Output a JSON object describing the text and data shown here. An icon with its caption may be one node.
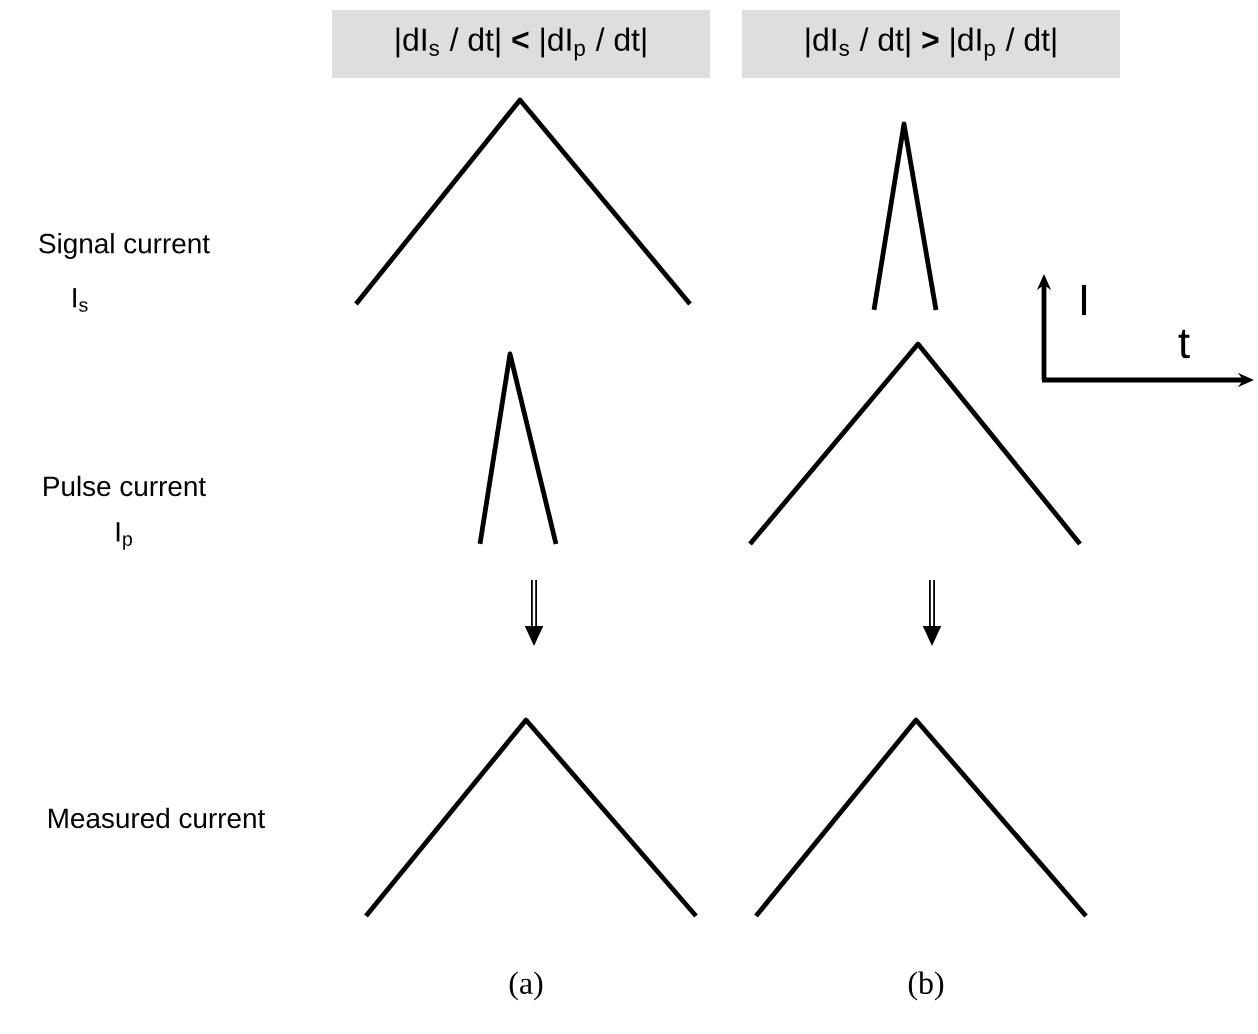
{
  "diagram": {
    "nodes": [
      {
        "text": [
          "|dI$_{s}$ / dt| **<** |dI$_{p}$ / dt|"
        ]
      },
      {
        "text": [
          "|dI$_{s}$ / dt| **>** |dI$_{p}$ / dt|"
        ]
      }
    ],
    "labels": [
      "Signal current",
      "I$_{s}$",
      "Pulse current",
      "I$_{p}$",
      "Measured current",
      "I",
      "t",
      "(a)",
      "(b)"
    ]
  }
}
